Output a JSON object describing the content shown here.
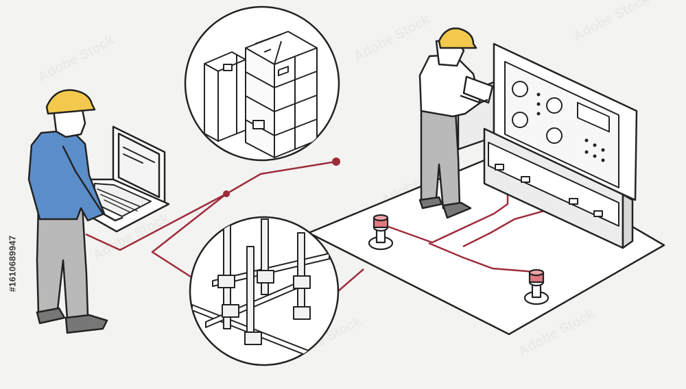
{
  "illustration": {
    "stock_id": "#1610689947",
    "watermark_text": "Adobe Stock",
    "colors": {
      "background": "#f3f3f1",
      "outline": "#222222",
      "helmet": "#f2c94c",
      "shirt_blue": "#5b8ec9",
      "trousers_gray": "#b9b9b9",
      "wire_red": "#9e2b3a",
      "sensor_red": "#e07a80",
      "panel_white": "#ffffff"
    },
    "icons": {
      "engineer_left": "engineer-with-laptop",
      "engineer_right": "engineer-with-tablet",
      "storage_detail": "battery-rack-detail",
      "pipe_detail": "pipe-junction-detail",
      "control_panel": "control-panel",
      "floor_platform": "floor-platform"
    }
  }
}
